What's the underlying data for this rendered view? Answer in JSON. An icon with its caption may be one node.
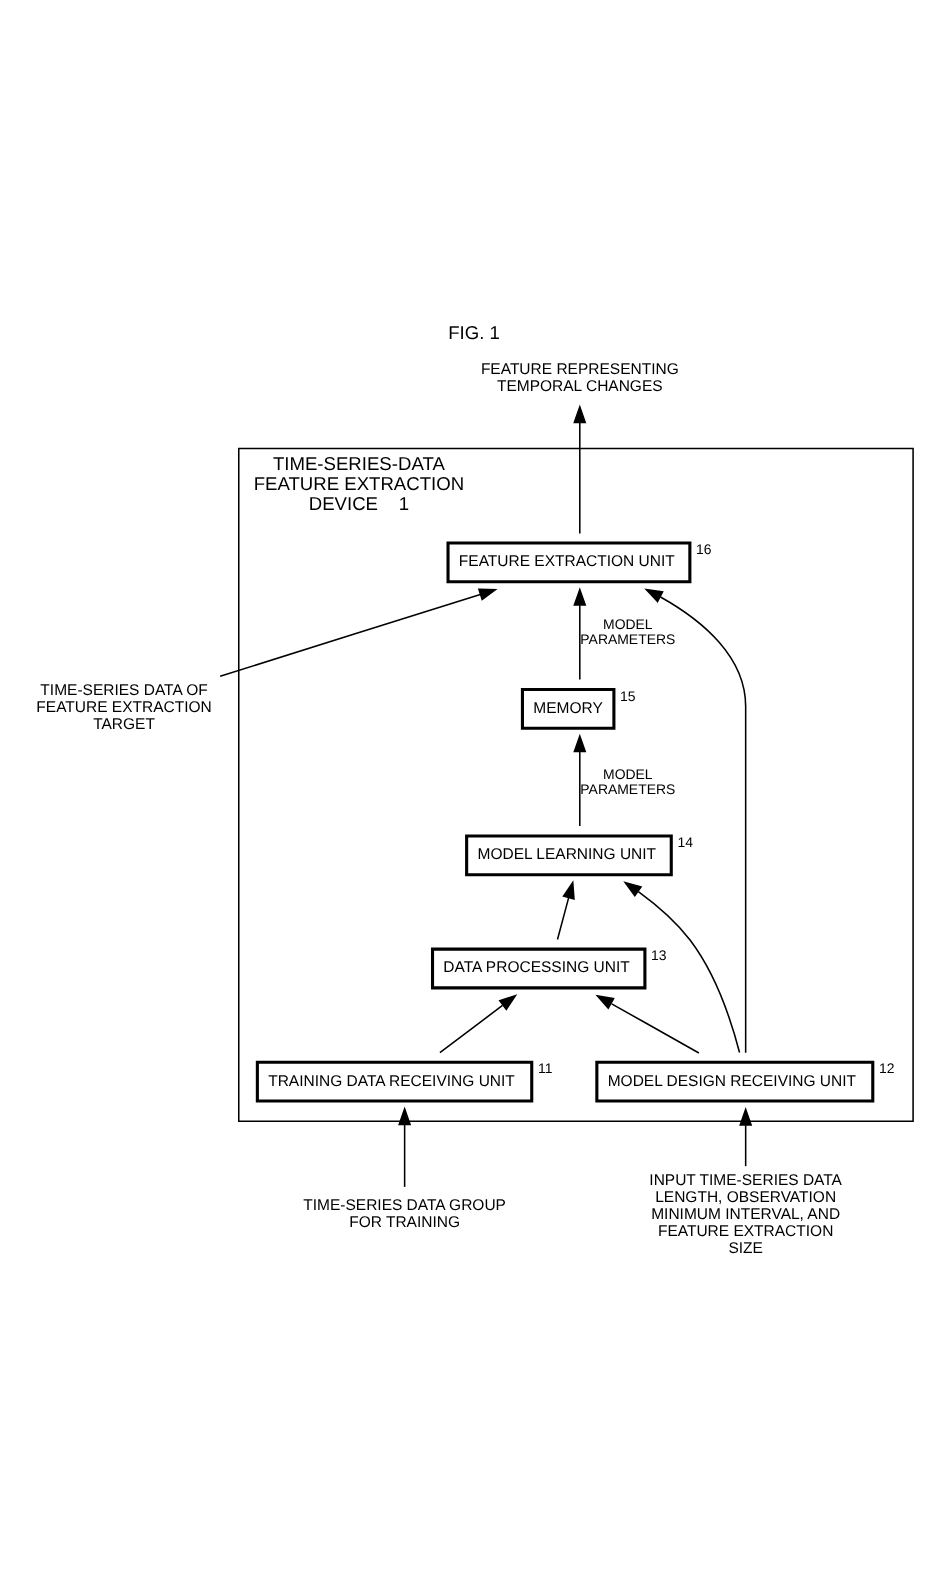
{
  "diagram": {
    "title": "FIG. 1",
    "nodes": [
      {
        "text": [
          "TIME-SERIES-DATA FEATURE EXTRACTION DEVICE"
        ],
        "beside": [
          "1"
        ]
      },
      {
        "text": [
          "TRAINING DATA RECEIVING UNIT"
        ],
        "beside": [
          "11"
        ],
        "in": 0
      },
      {
        "text": [
          "MODEL DESIGN RECEIVING UNIT"
        ],
        "beside": [
          "12"
        ],
        "in": 0
      },
      {
        "text": [
          "DATA PROCESSING UNIT"
        ],
        "beside": [
          "13"
        ],
        "in": 0
      },
      {
        "text": [
          "MODEL LEARNING UNIT"
        ],
        "beside": [
          "14"
        ],
        "in": 0
      },
      {
        "text": [
          "MEMORY"
        ],
        "beside": [
          "15"
        ],
        "in": 0
      },
      {
        "text": [
          "FEATURE EXTRACTION UNIT"
        ],
        "beside": [
          "16"
        ],
        "in": 0
      },
      {
        "text": [
          "TIME-SERIES DATA GROUP FOR TRAINING"
        ]
      },
      {
        "text": [
          "INPUT TIME-SERIES DATA LENGTH, OBSERVATION MINIMUM INTERVAL, AND FEATURE EXTRACTION SIZE"
        ]
      },
      {
        "text": [
          "TIME-SERIES DATA OF FEATURE EXTRACTION TARGET"
        ]
      },
      {
        "text": [
          "FEATURE REPRESENTING TEMPORAL CHANGES"
        ]
      }
    ],
    "edges": [
      {
        "from": 7,
        "to": 1,
        "arrow": "to"
      },
      {
        "from": 8,
        "to": 2,
        "arrow": "to"
      },
      {
        "from": 1,
        "to": 3,
        "arrow": "to"
      },
      {
        "from": 2,
        "to": 3,
        "arrow": "to"
      },
      {
        "from": 2,
        "to": 4,
        "arrow": "to"
      },
      {
        "from": 3,
        "to": 4,
        "arrow": "to"
      },
      {
        "from": 4,
        "to": 5,
        "arrow": "to",
        "label": "MODEL PARAMETERS"
      },
      {
        "from": 5,
        "to": 6,
        "arrow": "to",
        "label": "MODEL PARAMETERS"
      },
      {
        "from": 2,
        "to": 6,
        "arrow": "to"
      },
      {
        "from": 9,
        "to": 6,
        "arrow": "to"
      },
      {
        "from": 6,
        "to": 10,
        "arrow": "to"
      }
    ]
  }
}
